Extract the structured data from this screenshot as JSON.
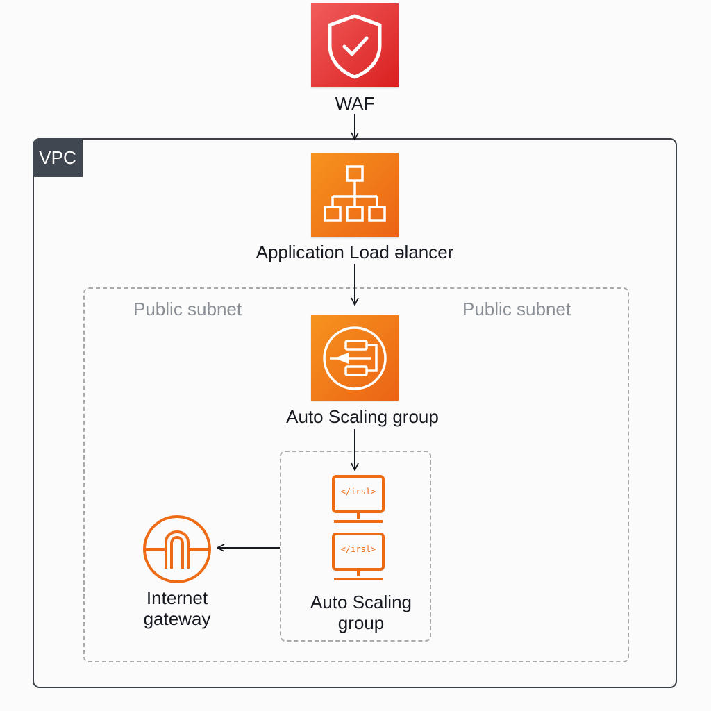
{
  "colors": {
    "waf_red": "#e02b2b",
    "compute_orange": "#ee6b16",
    "vpc_dark": "#414750",
    "subnet_border": "#a9a9a9"
  },
  "nodes": {
    "waf": {
      "label": "WAF",
      "icon": "shield-check-icon"
    },
    "alb": {
      "label": "Application Load əlancer",
      "icon": "load-balancer-tree-icon"
    },
    "asg": {
      "label": "Auto Scaling group",
      "icon": "auto-scaling-icon"
    },
    "instances": [
      {
        "code": "</irsl>",
        "icon": "instance-monitor-icon"
      },
      {
        "code": "</irsl>",
        "icon": "instance-monitor-icon"
      }
    ],
    "inner_group": {
      "label_line1": "Auto Scaling",
      "label_line2": "group"
    },
    "igw": {
      "label_line1": "Internet",
      "label_line2": "gateway",
      "icon": "internet-gateway-icon"
    }
  },
  "groups": {
    "vpc": {
      "label": "VPC"
    },
    "subnet_left": {
      "label": "Public subnet"
    },
    "subnet_right": {
      "label": "Public subnet"
    }
  }
}
